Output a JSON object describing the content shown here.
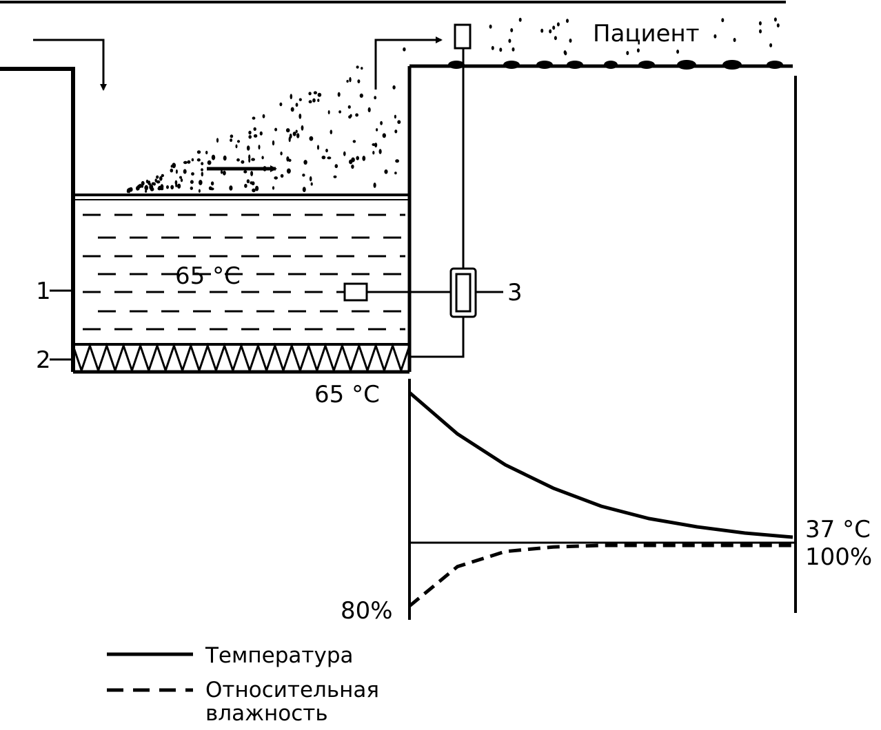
{
  "labels": {
    "patient": "Пациент",
    "water_temp": "65 °C",
    "heater_temp": "65 °C",
    "end_temp": "37 °C",
    "end_humidity": "100%",
    "start_humidity": "80%",
    "part_1": "1",
    "part_2": "2",
    "part_3": "3"
  },
  "legend": {
    "temperature": "Температура",
    "humidity_line1": "Относительная",
    "humidity_line2": "влажность"
  },
  "chart_data": {
    "type": "line",
    "series": [
      {
        "name": "Температура",
        "style": "solid",
        "start": "65 °C",
        "end": "37 °C",
        "values": [
          65,
          57,
          51,
          46.5,
          43,
          40.6,
          39,
          37.8,
          37
        ]
      },
      {
        "name": "Относительная влажность",
        "style": "dashed",
        "start": "80%",
        "end": "100%",
        "values": [
          80,
          93,
          98,
          99.5,
          100,
          100,
          100,
          100,
          100
        ]
      }
    ]
  }
}
